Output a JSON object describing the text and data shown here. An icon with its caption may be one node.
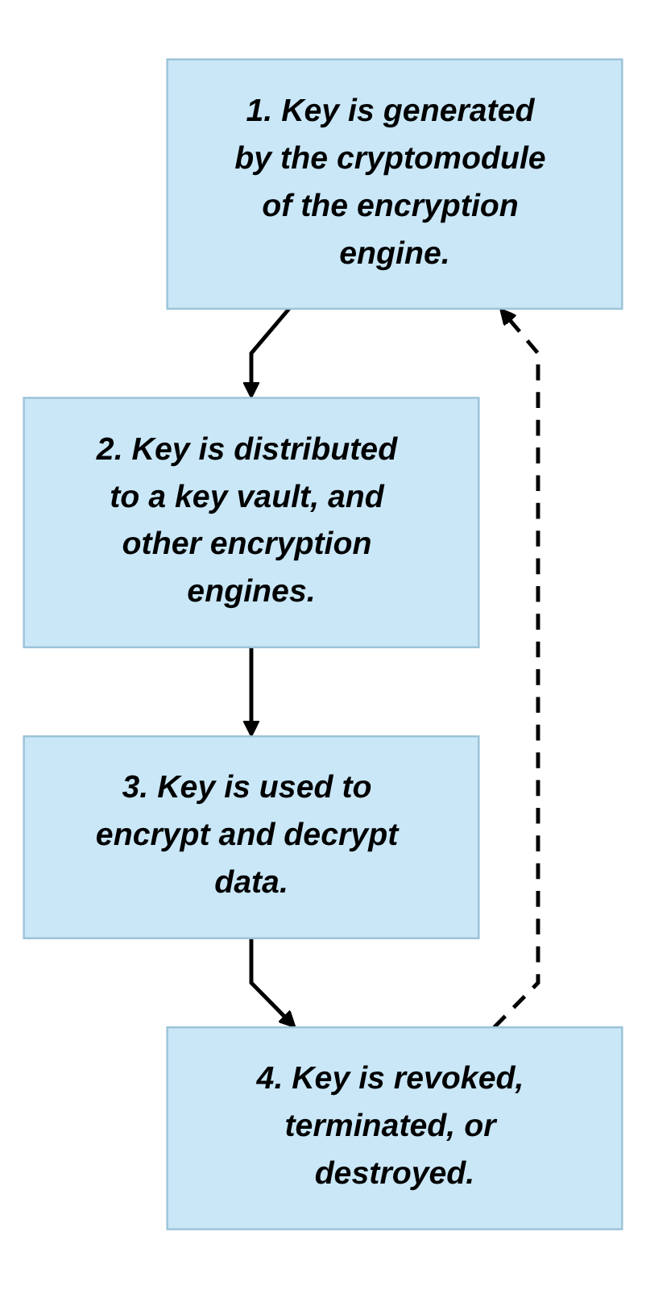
{
  "diagram": {
    "nodes": [
      {
        "text": [
          "1. Key is generated by the cryptomodule of the encryption engine."
        ]
      },
      {
        "text": [
          "2. Key is distributed to a key vault, and other encryption engines."
        ]
      },
      {
        "text": [
          "3. Key is used to encrypt and decrypt data."
        ]
      },
      {
        "text": [
          "4. Key is revoked, terminated, or destroyed."
        ]
      }
    ],
    "edges": [
      {
        "from": 0,
        "to": 1,
        "arrow": "to"
      },
      {
        "from": 1,
        "to": 2,
        "arrow": "to"
      },
      {
        "from": 2,
        "to": 3,
        "arrow": "to"
      },
      {
        "from": 3,
        "to": 0,
        "arrow": "to",
        "style": "dashed"
      }
    ]
  }
}
